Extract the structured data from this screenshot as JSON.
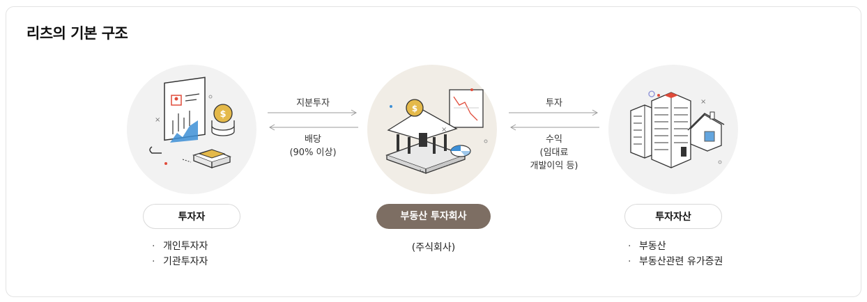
{
  "title": "리츠의 기본 구조",
  "nodes": {
    "investor": {
      "label": "투자자",
      "bullets": [
        "개인투자자",
        "기관투자자"
      ]
    },
    "company": {
      "label": "부동산 투자회사",
      "sub": "(주식회사)"
    },
    "asset": {
      "label": "투자자산",
      "bullets": [
        "부동산",
        "부동산관련 유가증권"
      ]
    }
  },
  "arrows": {
    "equity": "지분투자",
    "dividend_line1": "배당",
    "dividend_line2": "(90% 이상)",
    "invest": "투자",
    "return_line1": "수익",
    "return_line2": "(임대료",
    "return_line3": "개발이익 등)"
  },
  "colors": {
    "filled_pill": "#7d6e63",
    "circle_gray": "#f2f2f2",
    "circle_beige": "#f1ede6",
    "accent_blue": "#3d8fd6",
    "accent_red": "#e04b3a",
    "accent_gold": "#e4b94a"
  },
  "icons": [
    "investor-document-icon",
    "coins-icon",
    "money-stack-icon",
    "bank-icon",
    "chart-board-icon",
    "pie-chart-icon",
    "buildings-icon",
    "house-icon"
  ]
}
